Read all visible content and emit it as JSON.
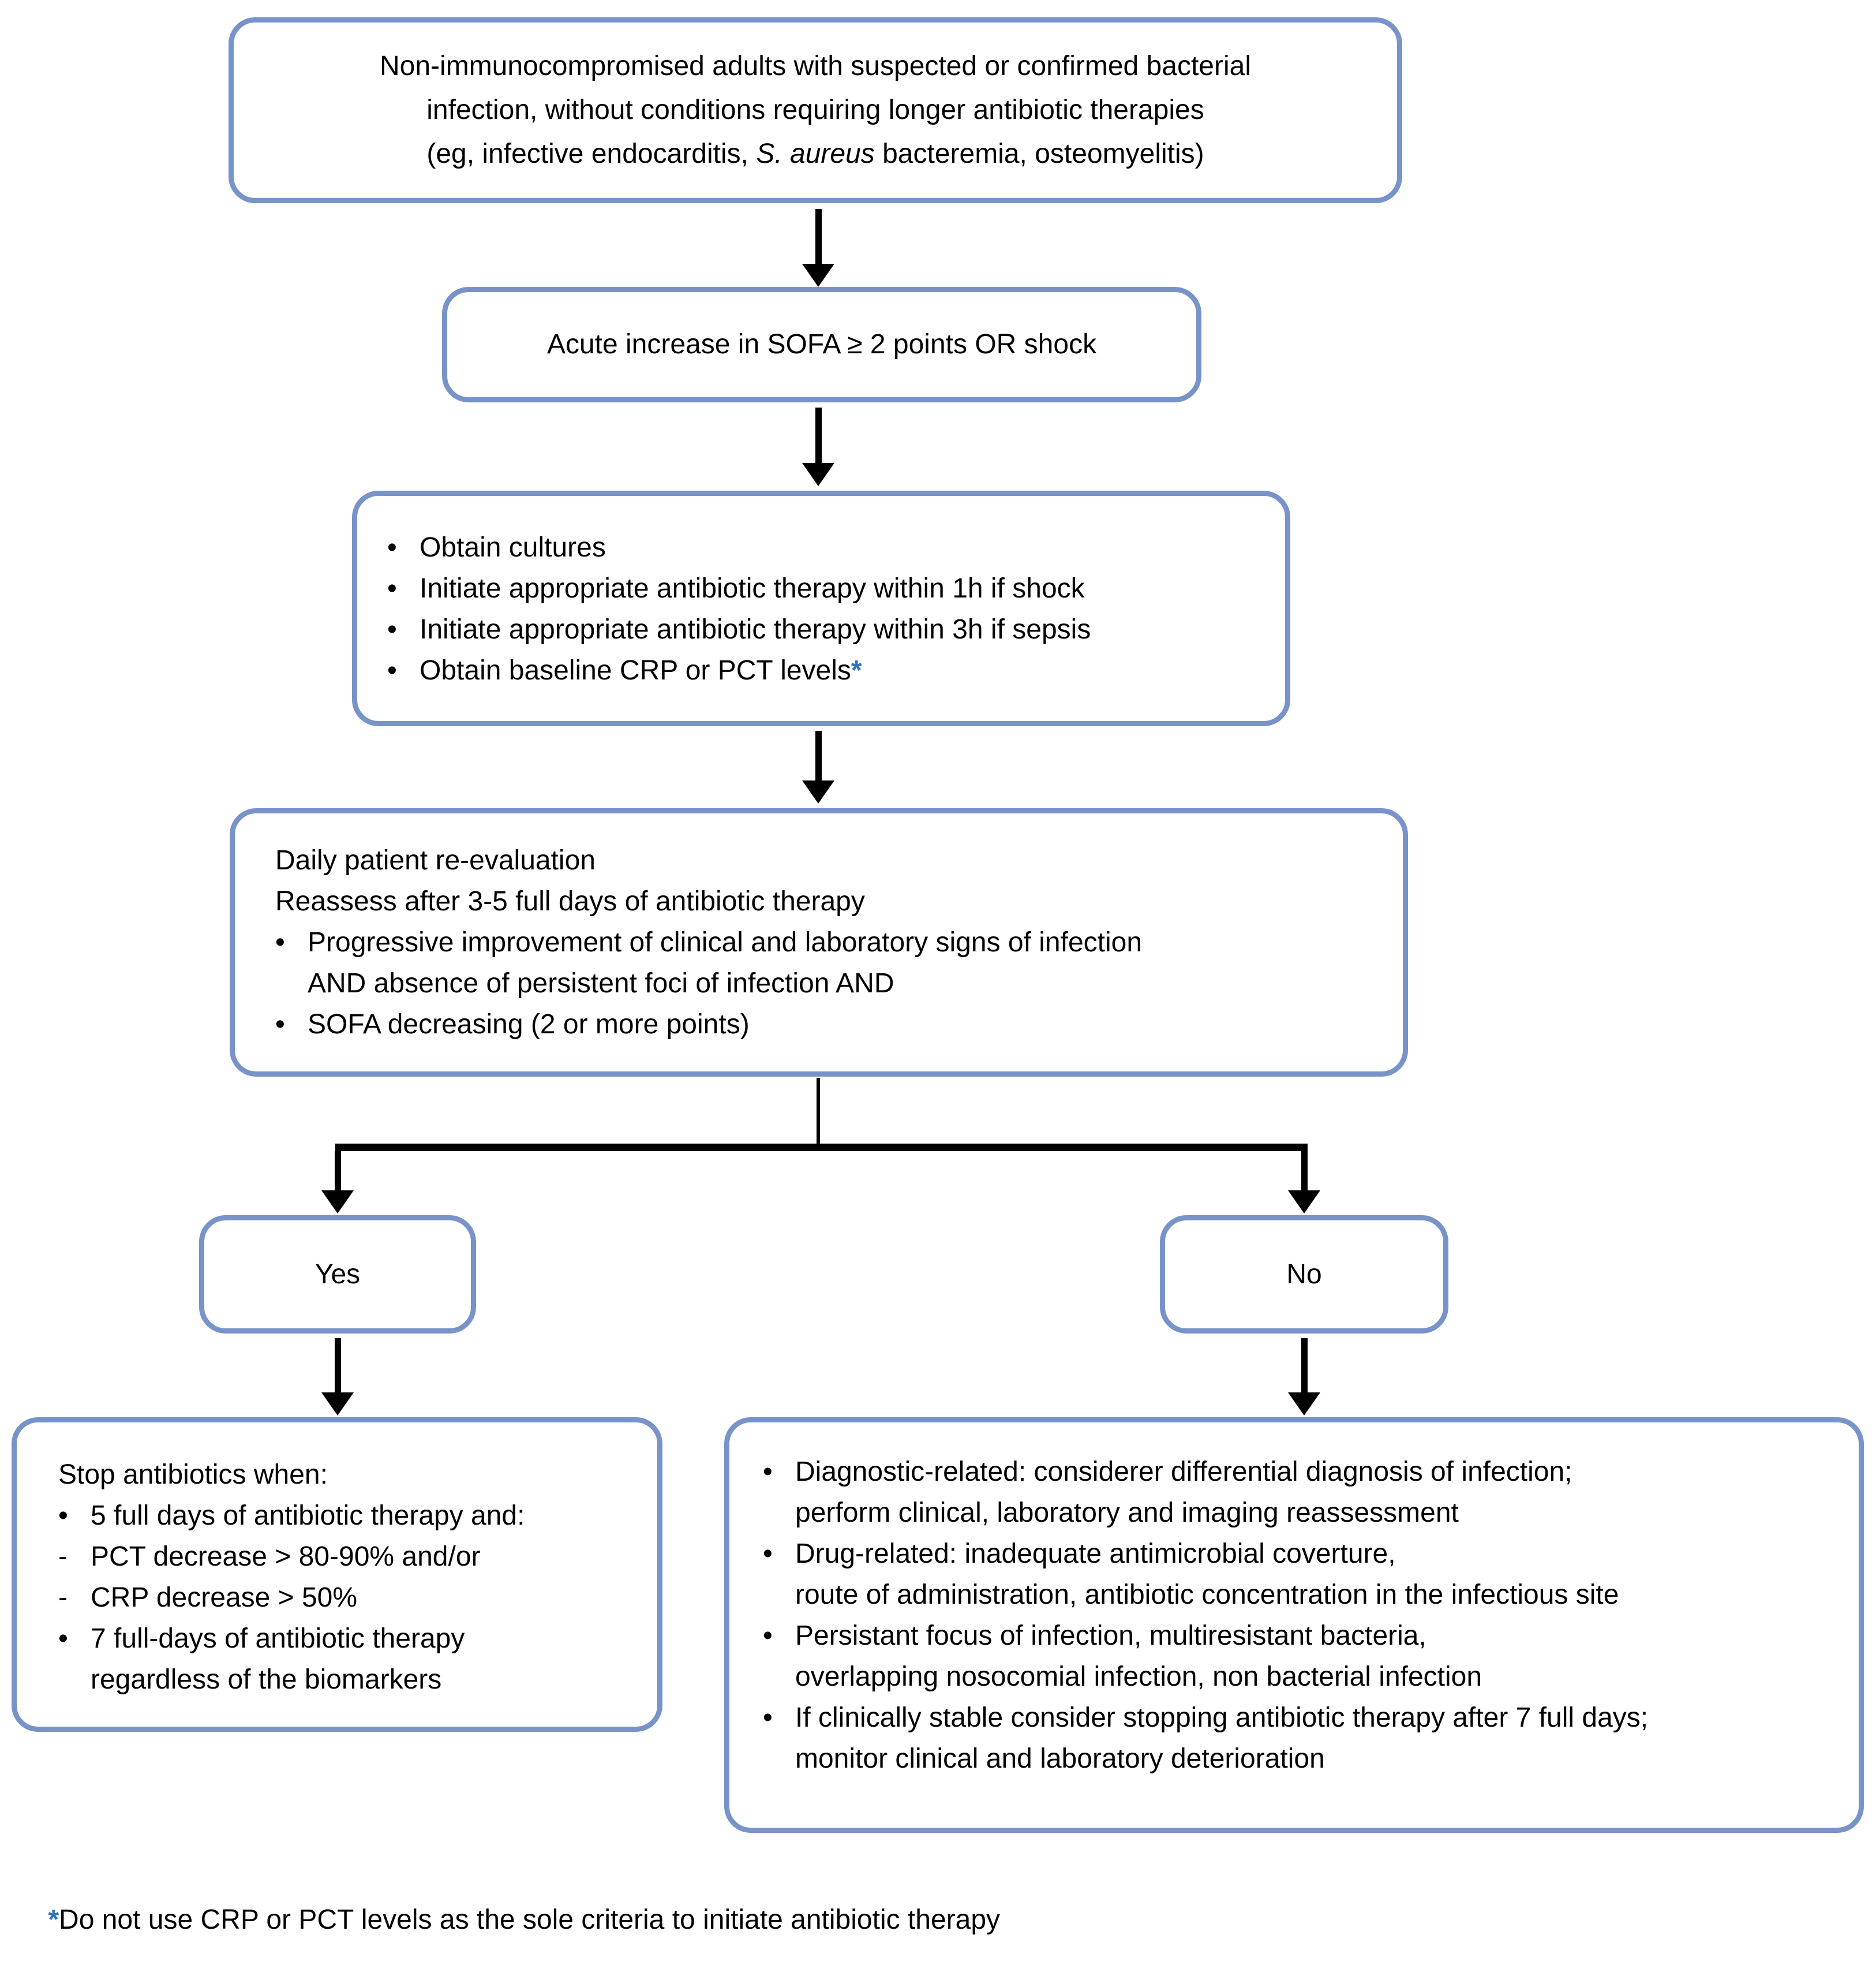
{
  "diagram": {
    "title_semantic": "Antibiotic therapy duration decision flowchart",
    "box_border_color": "#7793c9",
    "arrow_color": "#000000",
    "asterisk_color": "#2e74b5",
    "bullet_char": "•",
    "dash_char": "-"
  },
  "boxes": {
    "population": {
      "line1": "Non-immunocompromised adults with suspected or confirmed bacterial",
      "line2": "infection, without conditions requiring longer antibiotic therapies",
      "line3_pre": "(eg, infective endocarditis, ",
      "line3_italic": "S. aureus",
      "line3_post": " bacteremia, osteomyelitis)"
    },
    "sofa": {
      "text": "Acute increase in SOFA ≥ 2 points OR shock"
    },
    "initial_actions": {
      "lines": [
        {
          "bullet": "•",
          "text": "Obtain cultures"
        },
        {
          "bullet": "•",
          "text": "Initiate appropriate antibiotic therapy within 1h if shock"
        },
        {
          "bullet": "•",
          "text": "Initiate appropriate antibiotic therapy within 3h if sepsis"
        },
        {
          "bullet": "•",
          "text": "Obtain baseline CRP or PCT levels",
          "suffix": "*"
        }
      ]
    },
    "reevaluation": {
      "lines": [
        {
          "bullet": "",
          "text": "Daily patient re-evaluation"
        },
        {
          "bullet": "",
          "text": "Reassess after 3-5 full days of antibiotic therapy"
        },
        {
          "bullet": "•",
          "text": "Progressive improvement of clinical and laboratory signs of infection"
        },
        {
          "bullet": "",
          "text": "AND absence of persistent foci of infection AND"
        },
        {
          "bullet": "•",
          "text": "SOFA decreasing (2 or more points)"
        }
      ]
    },
    "yes": {
      "label": "Yes"
    },
    "no": {
      "label": "No"
    },
    "stop": {
      "lines": [
        {
          "bullet": "",
          "text": "Stop antibiotics when:"
        },
        {
          "bullet": "•",
          "text": "5 full days of antibiotic therapy and:"
        },
        {
          "bullet": "-",
          "text": "PCT decrease > 80-90% and/or"
        },
        {
          "bullet": "-",
          "text": "CRP decrease > 50%"
        },
        {
          "bullet": "•",
          "text": "7 full-days of antibiotic therapy"
        },
        {
          "bullet": "",
          "text": "regardless of the biomarkers"
        }
      ]
    },
    "no_actions": {
      "lines": [
        {
          "bullet": "•",
          "text": "Diagnostic-related: considerer differential diagnosis of infection;"
        },
        {
          "bullet": "",
          "text": "perform clinical, laboratory and imaging reassessment"
        },
        {
          "bullet": "•",
          "text": "Drug-related: inadequate antimicrobial coverture,"
        },
        {
          "bullet": "",
          "text": "route of administration, antibiotic concentration in the infectious site"
        },
        {
          "bullet": "•",
          "text": "Persistant focus of infection, multiresistant bacteria,"
        },
        {
          "bullet": "",
          "text": "overlapping nosocomial infection, non bacterial infection"
        },
        {
          "bullet": "•",
          "text": "If clinically stable consider stopping antibiotic therapy after 7 full days;"
        },
        {
          "bullet": "",
          "text": "monitor clinical and laboratory deterioration"
        }
      ]
    }
  },
  "footnote": {
    "star": "*",
    "text": "Do not use CRP or PCT levels as the sole criteria to initiate antibiotic therapy"
  }
}
